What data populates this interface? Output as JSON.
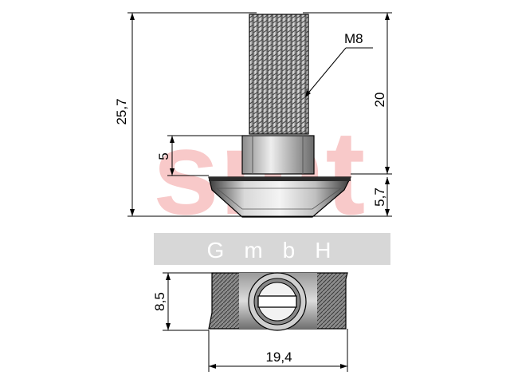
{
  "watermark": {
    "logo": "smt",
    "company": "GmbH",
    "logo_color": "#f6b7b7",
    "bar_color": "#d7d7d7"
  },
  "dimensions": {
    "total_height": "25,7",
    "thread_length": "20",
    "collar_height": "5",
    "head_height": "5,7",
    "thread_label": "M8",
    "slot_width": "8,5",
    "head_length": "19,4"
  },
  "colors": {
    "line": "#000000",
    "part_fill_light": "#e8e8e8",
    "part_fill_mid": "#a0a0a0",
    "part_fill_dark": "#404040"
  }
}
